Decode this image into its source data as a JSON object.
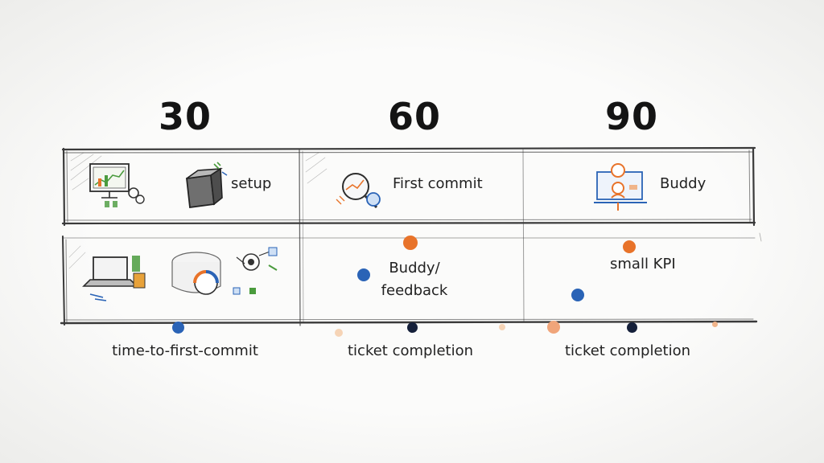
{
  "columns": [
    {
      "heading": "30",
      "top_label": "setup",
      "middle_label": "",
      "bottom_label": "time-to-first-commit"
    },
    {
      "heading": "60",
      "top_label": "First commit",
      "middle_label": "Buddy/\nfeedback",
      "bottom_label": "ticket completion"
    },
    {
      "heading": "90",
      "top_label": "Buddy",
      "middle_label": "small KPI",
      "bottom_label": "ticket completion"
    }
  ],
  "icons": {
    "col1_top_left": "monitor-chart-icon",
    "col1_top_right": "box-icon",
    "col1_mid_left": "laptop-icon",
    "col1_mid_right": "dashboard-gauge-icon",
    "col2_top": "magnifier-chart-icon",
    "col3_top": "laptop-people-icon"
  },
  "colors": {
    "orange": "#e8732a",
    "blue": "#2a63b6",
    "navy": "#15203a",
    "light_orange": "#f0b48a",
    "pale_orange": "#f6d4b6"
  }
}
